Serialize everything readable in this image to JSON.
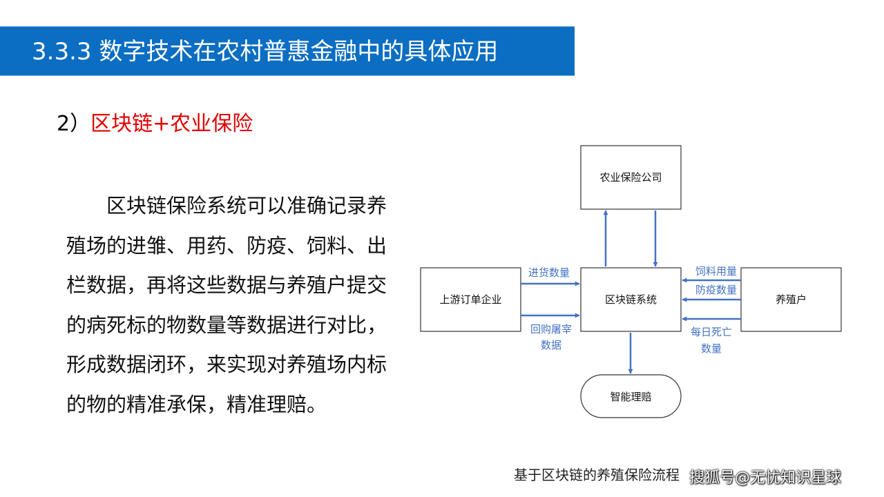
{
  "slide": {
    "title": "3.3.3 数字技术在农村普惠金融中的具体应用",
    "subtitle_number": "2）",
    "subtitle_text": "区块链+农业保险",
    "body": "区块链保险系统可以准确记录养殖场的进雏、用药、防疫、饲料、出栏数据，再将这些数据与养殖户提交的病死标的物数量等数据进行对比，形成数据闭环，来实现对养殖场内标的物的精准承保，精准理赔。"
  },
  "diagram": {
    "nodes": {
      "insurer": "农业保险公司",
      "upstream": "上游订单企业",
      "blockchain": "区块链系统",
      "farmer": "养殖户",
      "claims": "智能理赔"
    },
    "edges": {
      "purchase": "进货数量",
      "buyback_1": "回购屠宰",
      "buyback_2": "数据",
      "feed": "饲料用量",
      "vaccine": "防疫数量",
      "death_1": "每日死亡",
      "death_2": "数量"
    },
    "line_color": "#4472c4",
    "caption": "基于区块链的养殖保险流程"
  },
  "watermark": "搜狐号@无忧知识星球",
  "colors": {
    "title_bar": "#0b6ec2",
    "highlight": "#e00000"
  }
}
